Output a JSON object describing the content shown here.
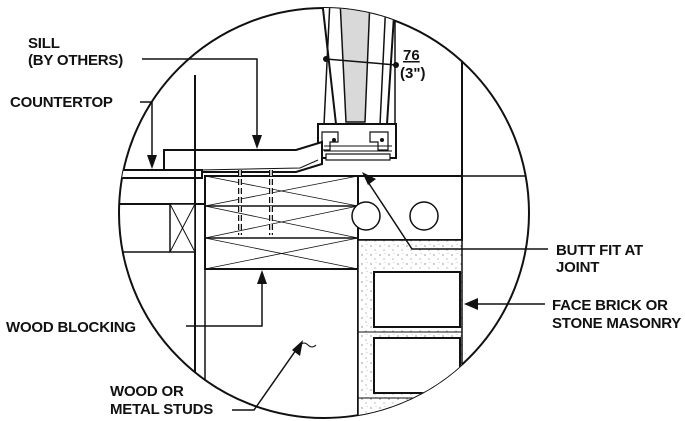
{
  "labels": {
    "sill_line1": "SILL",
    "sill_line2": "(BY OTHERS)",
    "countertop": "COUNTERTOP",
    "dimension_mm": "76",
    "dimension_in": "(3\")",
    "butt_fit_line1": "BUTT FIT AT",
    "butt_fit_line2": "JOINT",
    "face_brick_line1": "FACE BRICK OR",
    "face_brick_line2": "STONE MASONRY",
    "wood_blocking": "WOOD BLOCKING",
    "wood_studs_line1": "WOOD OR",
    "wood_studs_line2": "METAL STUDS"
  },
  "colors": {
    "line": "#111111",
    "background": "#ffffff",
    "glass_fill": "#d9d9d9",
    "masonry_fill": "#f2f2f2"
  }
}
